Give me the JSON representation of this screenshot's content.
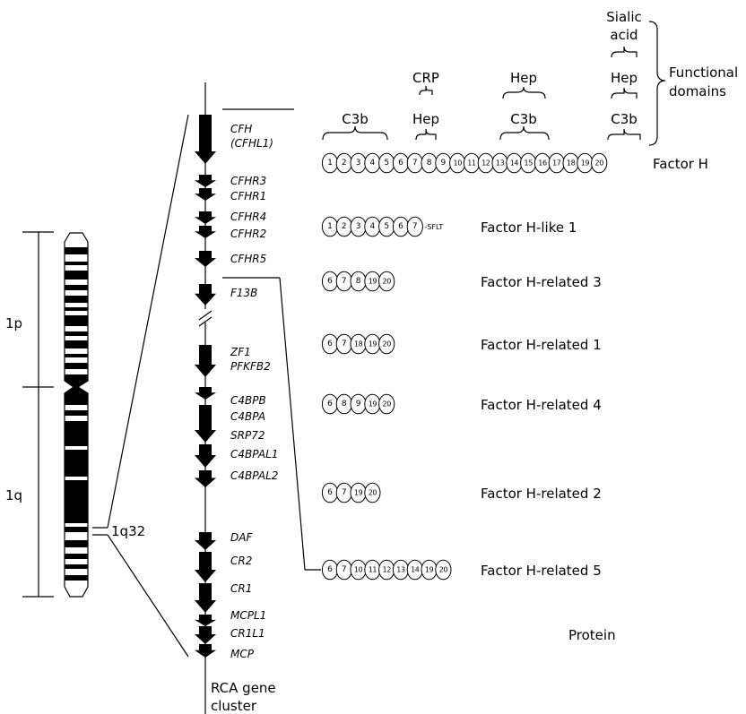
{
  "chromosome": {
    "arm_p": "1p",
    "arm_q": "1q",
    "band": "1q32"
  },
  "genes": [
    "CFH",
    "(CFHL1)",
    "CFHR3",
    "CFHR1",
    "CFHR4",
    "CFHR2",
    "CFHR5",
    "F13B",
    "ZF1",
    "PFKFB2",
    "C4BPB",
    "C4BPA",
    "SRP72",
    "C4BPAL1",
    "C4BPAL2",
    "DAF",
    "CR2",
    "CR1",
    "MCPL1",
    "CR1L1",
    "MCP"
  ],
  "cluster_label": [
    "RCA gene",
    "cluster"
  ],
  "domain_labels": {
    "c3b_1": "C3b",
    "crp": "CRP",
    "hep_1": "Hep",
    "hep_2": "Hep",
    "c3b_2": "C3b",
    "sialic": [
      "Sialic",
      "acid"
    ],
    "hep_3": "Hep",
    "c3b_3": "C3b",
    "functional": [
      "Functional",
      "domains"
    ]
  },
  "proteins": [
    {
      "name": "Factor H",
      "domains": [
        "1",
        "2",
        "3",
        "4",
        "5",
        "6",
        "7",
        "8",
        "9",
        "10",
        "11",
        "12",
        "13",
        "14",
        "15",
        "16",
        "17",
        "18",
        "19",
        "20"
      ]
    },
    {
      "name": "Factor H-like 1",
      "domains": [
        "1",
        "2",
        "3",
        "4",
        "5",
        "6",
        "7"
      ],
      "suffix": "-SFLT"
    },
    {
      "name": "Factor H-related 3",
      "domains": [
        "6",
        "7",
        "8",
        "19",
        "20"
      ]
    },
    {
      "name": "Factor H-related 1",
      "domains": [
        "6",
        "7",
        "18",
        "19",
        "20"
      ]
    },
    {
      "name": "Factor H-related 4",
      "domains": [
        "6",
        "8",
        "9",
        "19",
        "20"
      ]
    },
    {
      "name": "Factor H-related 2",
      "domains": [
        "6",
        "7",
        "19",
        "20"
      ]
    },
    {
      "name": "Factor H-related 5",
      "domains": [
        "6",
        "7",
        "10",
        "11",
        "12",
        "13",
        "14",
        "19",
        "20"
      ]
    }
  ],
  "footer_label": "Protein"
}
